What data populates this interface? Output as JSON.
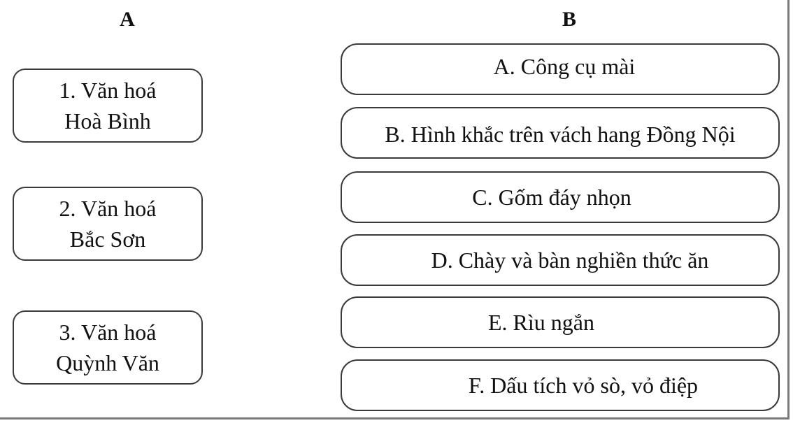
{
  "column_a": {
    "header": "A",
    "items": [
      {
        "line1": "1. Văn hoá",
        "line2": "Hoà Bình"
      },
      {
        "line1": "2. Văn hoá",
        "line2": "Bắc Sơn"
      },
      {
        "line1": "3. Văn hoá",
        "line2": "Quỳnh Văn"
      }
    ]
  },
  "column_b": {
    "header": "B",
    "items": [
      "A. Công cụ mài",
      "B. Hình khắc trên vách hang Đồng Nội",
      "C. Gốm đáy nhọn",
      "D. Chày và bàn nghiền thức ăn",
      "E. Rìu ngắn",
      "F. Dấu tích vỏ sò, vỏ điệp"
    ]
  }
}
